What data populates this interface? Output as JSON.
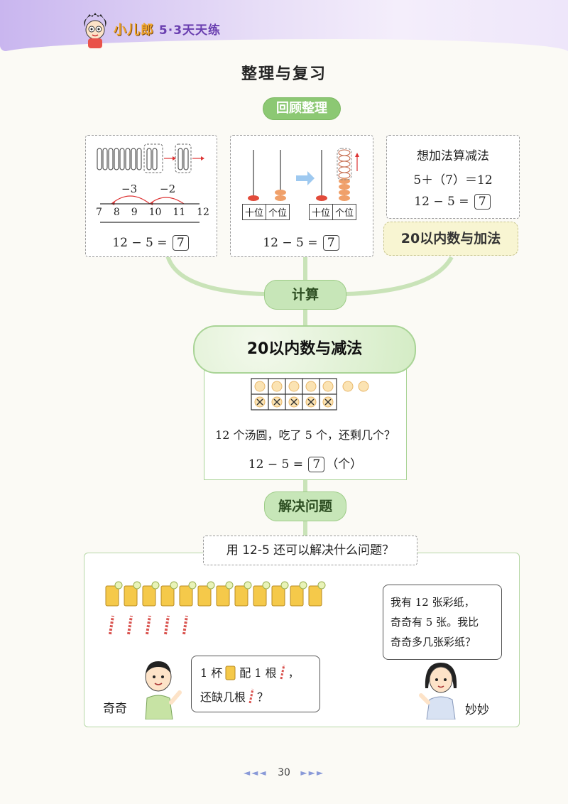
{
  "header": {
    "brand": "小儿郎",
    "series": "5·3天天练"
  },
  "page_title": "整理与复习",
  "review_label": "回顾整理",
  "box1": {
    "numberline_ticks": [
      "7",
      "8",
      "9",
      "10",
      "11",
      "12"
    ],
    "minus_left": "−3",
    "minus_right": "−2",
    "equation_prefix": "12 − 5 =",
    "answer": "7"
  },
  "box2": {
    "left_abacus": {
      "tens": "十位",
      "ones": "个位"
    },
    "right_abacus": {
      "tens": "十位",
      "ones": "个位"
    },
    "equation_prefix": "12 − 5 =",
    "answer": "7"
  },
  "box3": {
    "title": "想加法算减法",
    "line1_prefix": "5＋（",
    "line1_value": "7",
    "line1_suffix": "）＝12",
    "line2_prefix": "12 − 5 =",
    "line2_answer": "7"
  },
  "related_tag": "20以内数与加法",
  "calc_label": "计算",
  "banner_title": "20以内数与减法",
  "tangyuan": {
    "question": "12 个汤圆，吃了 5 个，还剩几个？",
    "equation_prefix": "12 − 5 =",
    "answer": "7",
    "unit": "（个）"
  },
  "solve_label": "解决问题",
  "question_prompt": "用 12-5 还可以解决什么问题？",
  "qiqi": {
    "name": "奇奇",
    "speech_line1_a": "1 杯",
    "speech_line1_b": "配 1 根",
    "speech_line1_c": "，",
    "speech_line2_a": "还缺几根",
    "speech_line2_b": "？"
  },
  "miaomiao": {
    "name": "妙妙",
    "speech": [
      "我有 12 张彩纸，",
      "奇奇有 5 张。我比",
      "奇奇多几张彩纸？"
    ]
  },
  "page_number": "30",
  "page_arrows_left": "◄◄◄",
  "page_arrows_right": "►►►",
  "colors": {
    "accent_green": "#8cc873",
    "header_purple": "#c9b6ef",
    "juice_yellow": "#f5c94a",
    "straw_red": "#d9534f"
  }
}
